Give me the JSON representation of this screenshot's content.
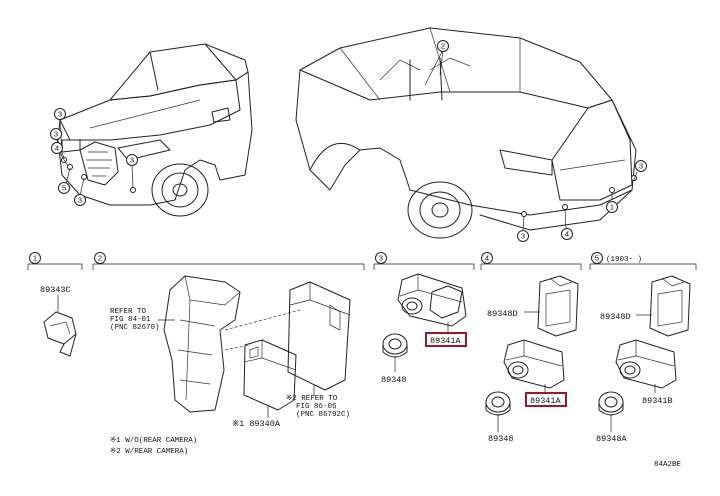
{
  "callouts": {
    "c1": "1",
    "c2": "2",
    "c3": "3",
    "c4": "4",
    "c5": "5"
  },
  "sections": {
    "s1": {
      "num": "1"
    },
    "s2": {
      "num": "2"
    },
    "s3": {
      "num": "3"
    },
    "s4": {
      "num": "4"
    },
    "s5": {
      "num": "5",
      "note": "(1903-   )"
    }
  },
  "parts": {
    "p89343C": "89343C",
    "refer1_line1": "REFER TO",
    "refer1_line2": "FIG 84-01",
    "refer1_line3": "(PNC 82670)",
    "p89340A": "※1 89340A",
    "refer2_line1": "※2 REFER TO",
    "refer2_line2": "FIG 86-06",
    "refer2_line3": "(PNC 86792C)",
    "s3_89341A": "89341A",
    "s3_89348": "89348",
    "s4_89348D": "89348D",
    "s4_89341A": "89341A",
    "s4_89348": "89348",
    "s5_89348D": "89348D",
    "s5_89341B": "89341B",
    "s5_89348A": "89348A"
  },
  "notes": {
    "n1": "※1 W/O(REAR CAMERA)",
    "n2": "※2 W/REAR CAMERA)"
  },
  "code": "84A2BE",
  "colors": {
    "highlight": "#a0142c",
    "line": "#222222"
  }
}
